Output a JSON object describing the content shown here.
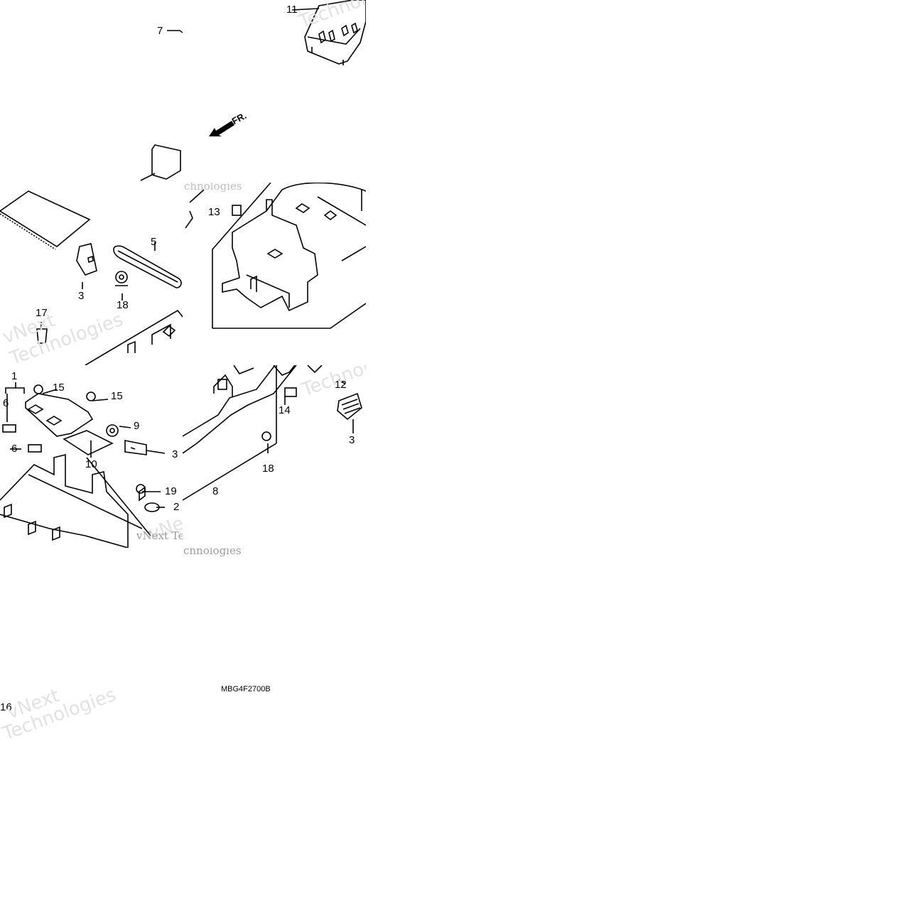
{
  "diagram_code": "MBG4F2700B",
  "front_indicator": "FR.",
  "watermark": {
    "line1": "vNext",
    "line2": "Technologies",
    "short1": "vNext Tec",
    "short2": "chnologies"
  },
  "callouts": {
    "p1": "1",
    "p2": "2",
    "p3a": "3",
    "p3b": "3",
    "p3c": "3",
    "p5": "5",
    "p6a": "6",
    "p6b": "6",
    "p7": "7",
    "p8": "8",
    "p9": "9",
    "p10": "10",
    "p11": "11",
    "p12": "12",
    "p13": "13",
    "p14": "14",
    "p15a": "15",
    "p15b": "15",
    "p16": "16",
    "p17": "17",
    "p18a": "18",
    "p18b": "18",
    "p19": "19"
  },
  "colors": {
    "line": "#000000",
    "background": "#ffffff",
    "watermark": "#d6d6d6"
  }
}
